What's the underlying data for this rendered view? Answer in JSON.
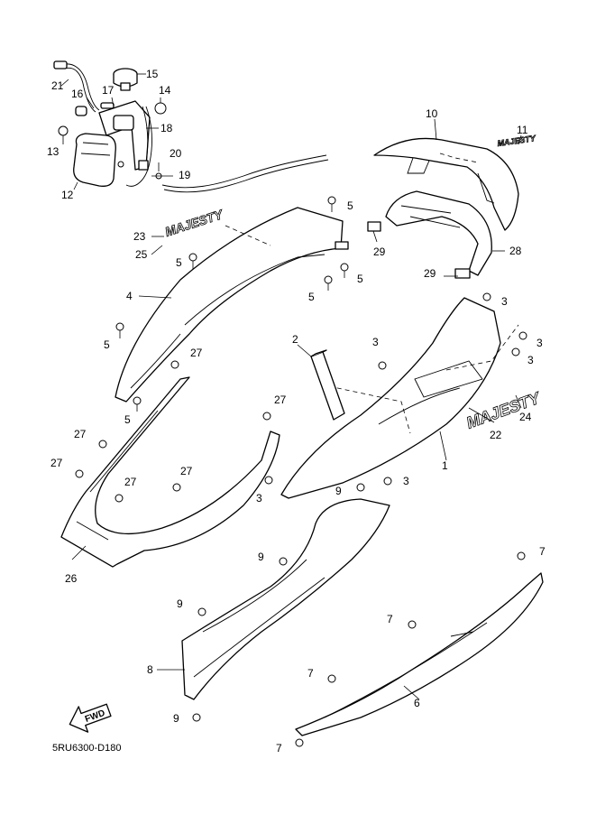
{
  "diagram_code": "5RU6300-D180",
  "fwd_label": "FWD",
  "emblem_top": "MAJESTY",
  "emblem_rear": "MAJESTY",
  "emblem_side": "MAJESTY",
  "callouts": {
    "c1": "1",
    "c2": "2",
    "c3": "3",
    "c4": "4",
    "c5": "5",
    "c6": "6",
    "c7": "7",
    "c8": "8",
    "c9": "9",
    "c10": "10",
    "c11": "11",
    "c12": "12",
    "c13": "13",
    "c14": "14",
    "c15": "15",
    "c16": "16",
    "c17": "17",
    "c18": "18",
    "c19": "19",
    "c20": "20",
    "c21": "21",
    "c22": "22",
    "c23": "23",
    "c24": "24",
    "c25": "25",
    "c26": "26",
    "c27": "27",
    "c28": "28",
    "c29": "29"
  }
}
